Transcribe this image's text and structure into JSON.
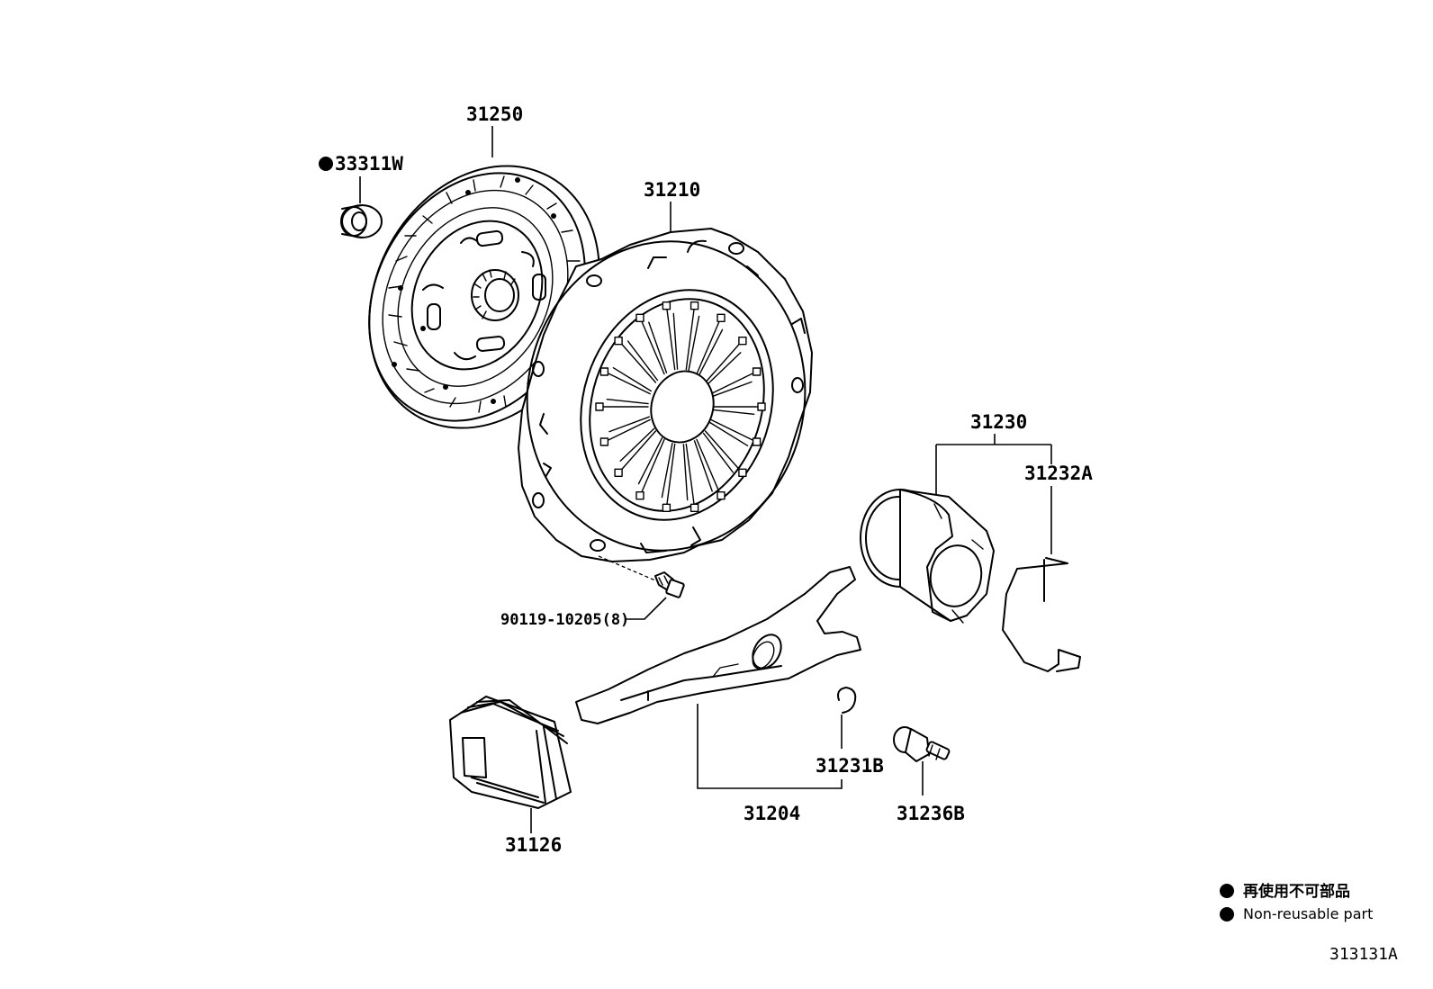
{
  "parts": {
    "bearing_33311w": "33311W",
    "disc_31250": "31250",
    "cover_31210": "31210",
    "bolt_90119": "90119-10205(8)",
    "release_bearing_31230": "31230",
    "clip_31232a": "31232A",
    "boot_31126": "31126",
    "fork_31204": "31204",
    "clip_31231b": "31231B",
    "pivot_31236b": "31236B"
  },
  "legend": {
    "japanese": "再使用不可部品",
    "english": "Non-reusable part"
  },
  "diagram_code": "313131A"
}
